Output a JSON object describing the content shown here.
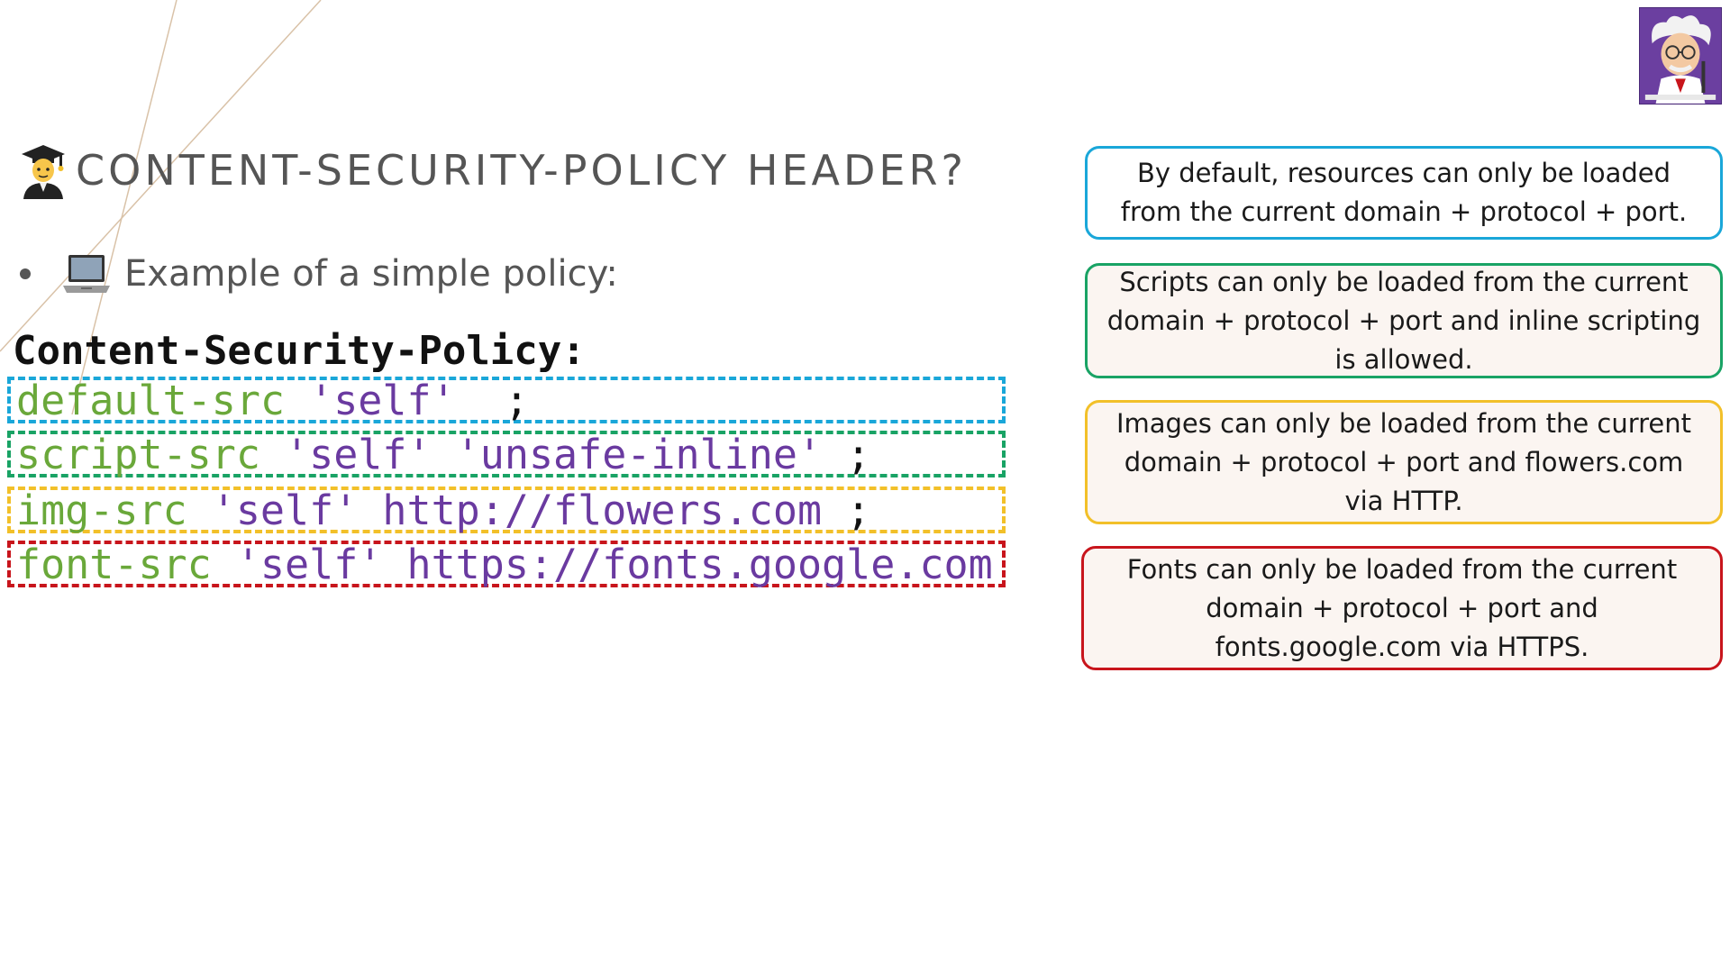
{
  "slide": {
    "title": "CONTENT-SECURITY-POLICY HEADER?",
    "bullet": "Example of a simple policy:",
    "csp_heading": "Content-Security-Policy:",
    "policy_lines": [
      {
        "directive": "default-src",
        "sources": "'self'",
        "terminator": ";"
      },
      {
        "directive": "script-src",
        "sources": "'self' 'unsafe-inline'",
        "terminator": ";"
      },
      {
        "directive": "img-src",
        "sources": "'self' http://flowers.com",
        "terminator": ";"
      },
      {
        "directive": "font-src",
        "sources": "'self' https://fonts.google.com",
        "terminator": ""
      }
    ],
    "notes": [
      "By default, resources can only be loaded from the current domain + protocol + port.",
      "Scripts can only be loaded from the current domain + protocol + port and inline scripting is allowed.",
      "Images can only be loaded from the current domain + protocol + port  and flowers.com via HTTP.",
      "Fonts can only be loaded from the current domain + protocol + port and fonts.google.com via HTTPS."
    ]
  },
  "icons": {
    "title_icon": "graduate-icon",
    "bullet_icon": "laptop-icon",
    "corner_image": "scientist-avatar"
  },
  "colors": {
    "default_src": "#1aa7d9",
    "script_src": "#19a365",
    "img_src": "#f2c029",
    "font_src": "#c8151c",
    "directive_text": "#6aa83a",
    "source_text": "#6a3aa0"
  }
}
